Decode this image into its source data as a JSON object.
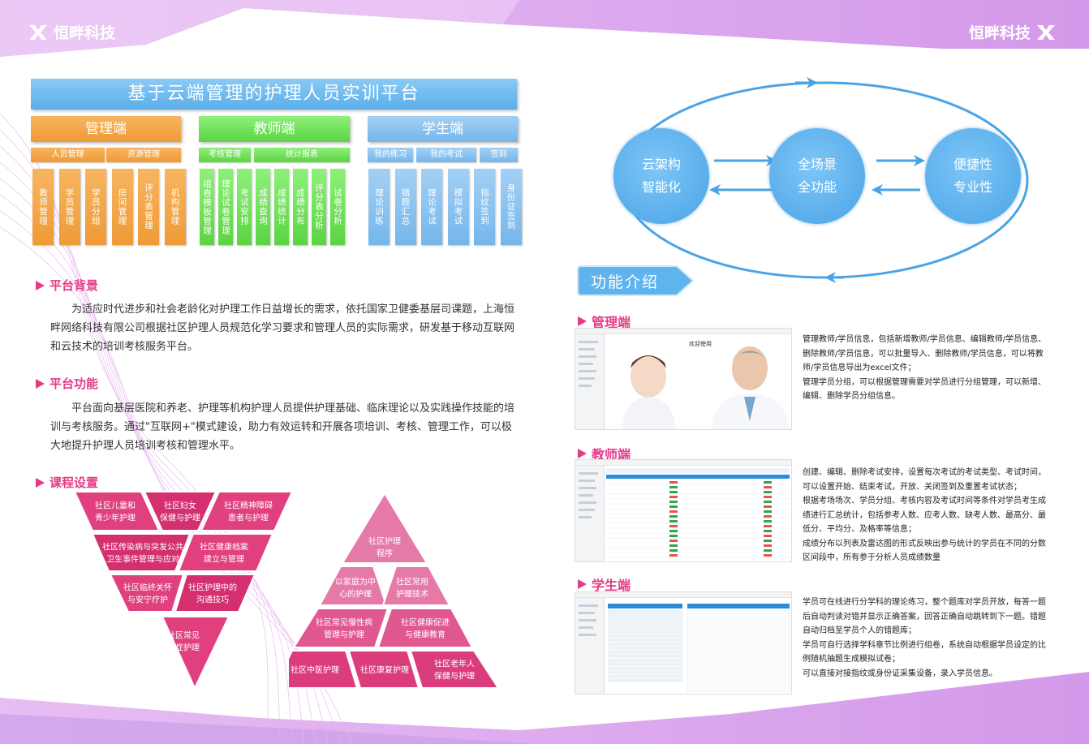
{
  "brand": {
    "left_name": "恒畔科技",
    "right_name": "恒畔科技"
  },
  "platform": {
    "title": "基于云端管理的护理人员实训平台",
    "groups": [
      {
        "name": "管理端",
        "subs": [
          "人员管理",
          "资源管理"
        ],
        "items": [
          "教师管理",
          "学员管理",
          "学员分组",
          "房间管理",
          "评分表管理",
          "机构管理"
        ]
      },
      {
        "name": "教师端",
        "subs": [
          "考核管理",
          "统计报表"
        ],
        "items": [
          "组卷模板管理",
          "理论试卷管理",
          "考试安排",
          "成绩查询",
          "成绩统计",
          "成绩分布",
          "评分表分析",
          "试卷分析"
        ]
      },
      {
        "name": "学生端",
        "subs": [
          "我的练习",
          "我的考试",
          "签到"
        ],
        "items": [
          "理论训练",
          "错题汇总",
          "理论考试",
          "模拟考试",
          "指纹签到",
          "身份证签到"
        ]
      }
    ]
  },
  "background": {
    "heading": "平台背景",
    "text": "为适应时代进步和社会老龄化对护理工作日益增长的需求，依托国家卫健委基层司课题，上海恒畔网络科技有限公司根据社区护理人员规范化学习要求和管理人员的实际需求，研发基于移动互联网和云技术的培训考核服务平台。"
  },
  "function": {
    "heading": "平台功能",
    "text": "平台面向基层医院和养老、护理等机构护理人员提供护理基础、临床理论以及实践操作技能的培训与考核服务。通过\"互联网+\"模式建设，助力有效运转和开展各项培训、考核、管理工作，可以极大地提升护理人员培训考核和管理水平。"
  },
  "course": {
    "heading": "课程设置",
    "inverted": [
      [
        "社区儿童和",
        "青少年护理"
      ],
      [
        "社区妇女",
        "保健与护理"
      ],
      [
        "社区精神障碍",
        "患者与护理"
      ],
      [
        "社区传染病与突发公共",
        "卫生事件管理与应对"
      ],
      [
        "社区健康档案",
        "建立与管理"
      ],
      [
        "社区临终关怀",
        "与安宁疗护"
      ],
      [
        "社区护理中的",
        "沟通技巧"
      ],
      [
        "社区常见",
        "急症护理"
      ]
    ],
    "pyramid": [
      [
        "社区护理",
        "程序"
      ],
      [
        "以家庭为中",
        "心的护理"
      ],
      [
        "社区常用",
        "护理技术"
      ],
      [
        "社区常见慢性病",
        "管理与护理"
      ],
      [
        "社区健康促进",
        "与健康教育"
      ],
      [
        "社区中医护理"
      ],
      [
        "社区康复护理"
      ],
      [
        "社区老年人",
        "保健与护理"
      ]
    ]
  },
  "cycle": {
    "nodes": [
      {
        "line1": "云架构",
        "line2": "智能化"
      },
      {
        "line1": "全场景",
        "line2": "全功能"
      },
      {
        "line1": "便捷性",
        "line2": "专业性"
      }
    ]
  },
  "features": {
    "heading": "功能介绍",
    "admin": {
      "title": "管理端",
      "welcome": "欢迎使用",
      "desc": [
        "管理教师/学员信息，包括新增教师/学员信息、编辑教师/学员信息、",
        "删除教师/学员信息，可以批量导入、删除教师/学员信息，可以将教",
        "师/学员信息导出为excel文件；",
        "管理学员分组，可以根据管理需要对学员进行分组管理，可以新增、",
        "编辑、删除学员分组信息。"
      ]
    },
    "teacher": {
      "title": "教师端",
      "desc": [
        "创建、编辑、删除考试安排，设置每次考试的考试类型、考试时间，",
        "可以设置开始、结束考试，开放、关闭签到及重置考试状态；",
        "根据考场场次、学员分组、考核内容及考试时间等条件对学员考生成",
        "绩进行汇总统计，包括参考人数、应考人数、缺考人数、最高分、最",
        "低分、平均分、及格率等信息；",
        "成绩分布以列表及雷达图的形式反映出参与统计的学员在不同的分数",
        "区间段中，所有参于分析人员成绩数量"
      ]
    },
    "student": {
      "title": "学生端",
      "desc": [
        "学员可在线进行分学科的理论练习，整个题库对学员开放，每答一题",
        "后自动判读对错并显示正确答案，回答正确自动跳转到下一题。错题",
        "自动归档至学员个人的错题库；",
        "学员可自行选择学科章节比例进行组卷，系统自动根据学员设定的比",
        "例随机抽题生成模拟试卷；",
        "可以直接对接指纹或身份证采集设备，录入学员信息。"
      ]
    }
  },
  "colors": {
    "pink": "#e53a86",
    "blue": "#4aa3e6",
    "orange": "#ef9a36",
    "green": "#5bd443",
    "lightblue": "#75b6ea",
    "purple": "#d9a6ee"
  }
}
